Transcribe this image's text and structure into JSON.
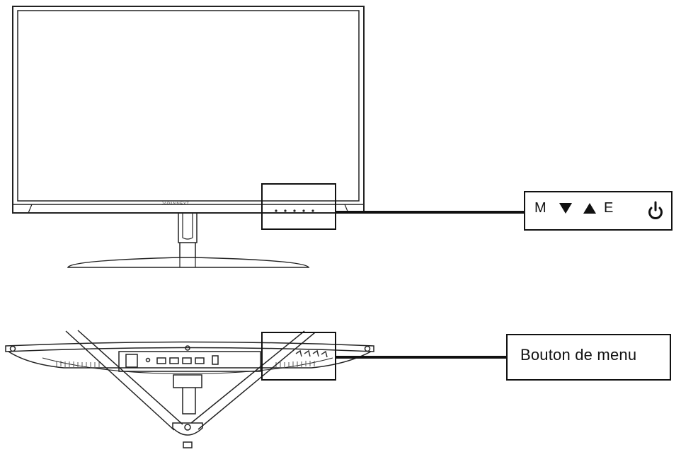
{
  "front_view": {
    "brand_text": "JAPANNEXT"
  },
  "button_panel": {
    "m_label": "M",
    "down_symbol": "▼",
    "up_symbol": "▲",
    "e_label": "E",
    "power_icon": "power-icon"
  },
  "bottom_view": {
    "callout_label": "Bouton de menu"
  },
  "colors": {
    "line": "#111111",
    "panel_fill": "#ffffff"
  }
}
